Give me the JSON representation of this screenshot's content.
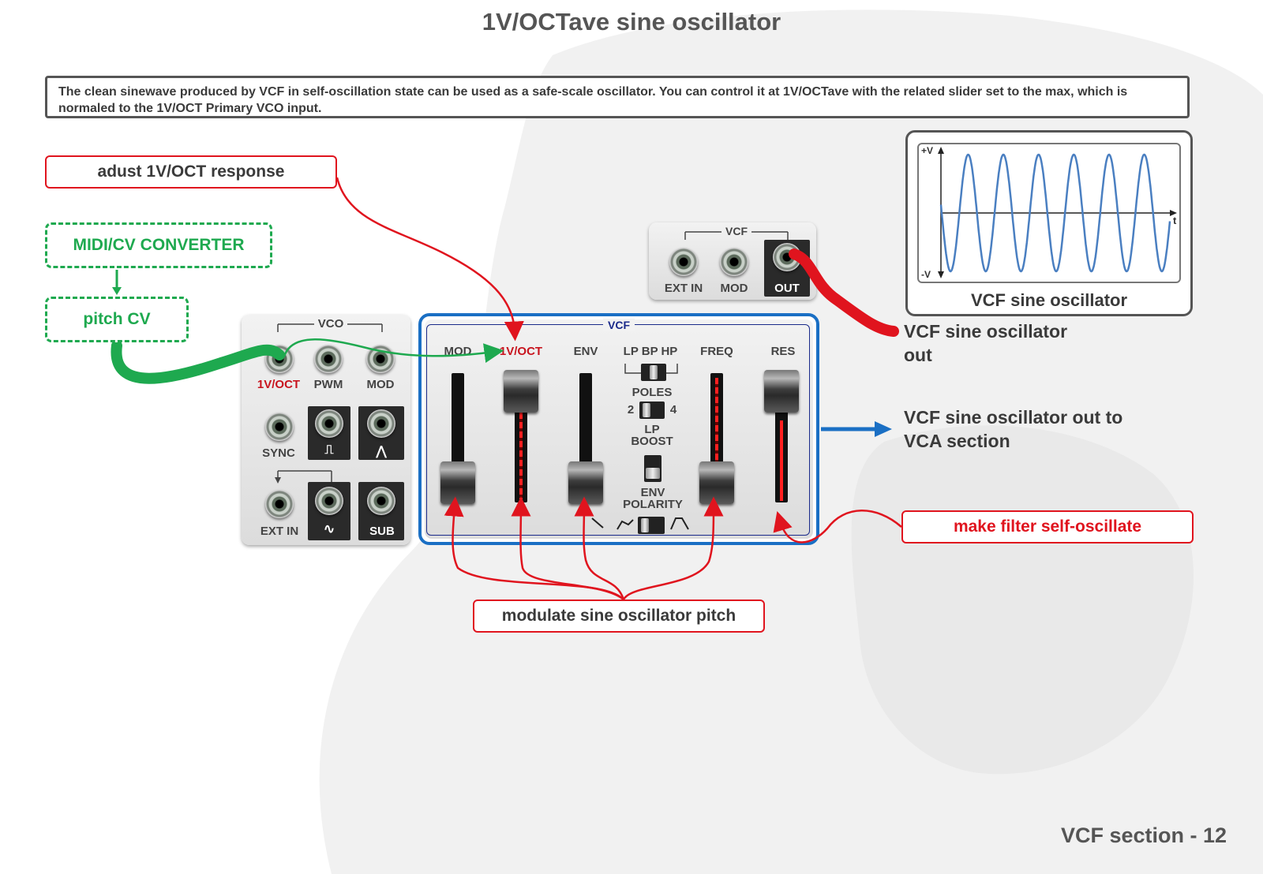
{
  "title": "1V/OCTave sine oscillator",
  "description": "The clean sinewave produced by VCF in self-oscillation state can be used as a safe-scale oscillator. You can control it at 1V/OCTave with the related slider set to the max, which is normaled to the 1V/OCT Primary VCO input.",
  "callouts": {
    "adjust_response": "adust 1V/OCT response",
    "midi_cv": "MIDI/CV CONVERTER",
    "pitch_cv": "pitch CV",
    "sine_out": "VCF sine oscillator out",
    "sine_out_vca": "VCF sine oscillator out to VCA section",
    "self_oscillate": "make filter self-oscillate",
    "modulate_pitch": "modulate sine oscillator pitch"
  },
  "scope": {
    "caption": "VCF sine oscillator",
    "y_top": "+V",
    "y_bottom": "-V",
    "x_axis": "t"
  },
  "vco_panel": {
    "header": "VCO",
    "jacks": [
      "1V/OCT",
      "PWM",
      "MOD",
      "SYNC",
      "EXT IN",
      "SUB"
    ],
    "symbols": {
      "pulse": "⎍",
      "saw": "⋀",
      "sine": "∿"
    }
  },
  "vcf_small_panel": {
    "header": "VCF",
    "jacks": [
      "EXT IN",
      "MOD",
      "OUT"
    ]
  },
  "vcf_panel": {
    "header": "VCF",
    "sliders": [
      "MOD",
      "1V/OCT",
      "ENV",
      "FREQ",
      "RES"
    ],
    "mode_switch": "LP  BP  HP",
    "poles": "POLES",
    "poles_low": "2",
    "poles_high": "4",
    "lp_boost": "LP BOOST",
    "env_polarity": "ENV POLARITY"
  },
  "colors": {
    "accent_red": "#e0141e",
    "accent_green": "#1ea94f",
    "accent_blue": "#1a6fc4",
    "text_dark": "#3a3a3a"
  },
  "footer": "VCF section - 12"
}
